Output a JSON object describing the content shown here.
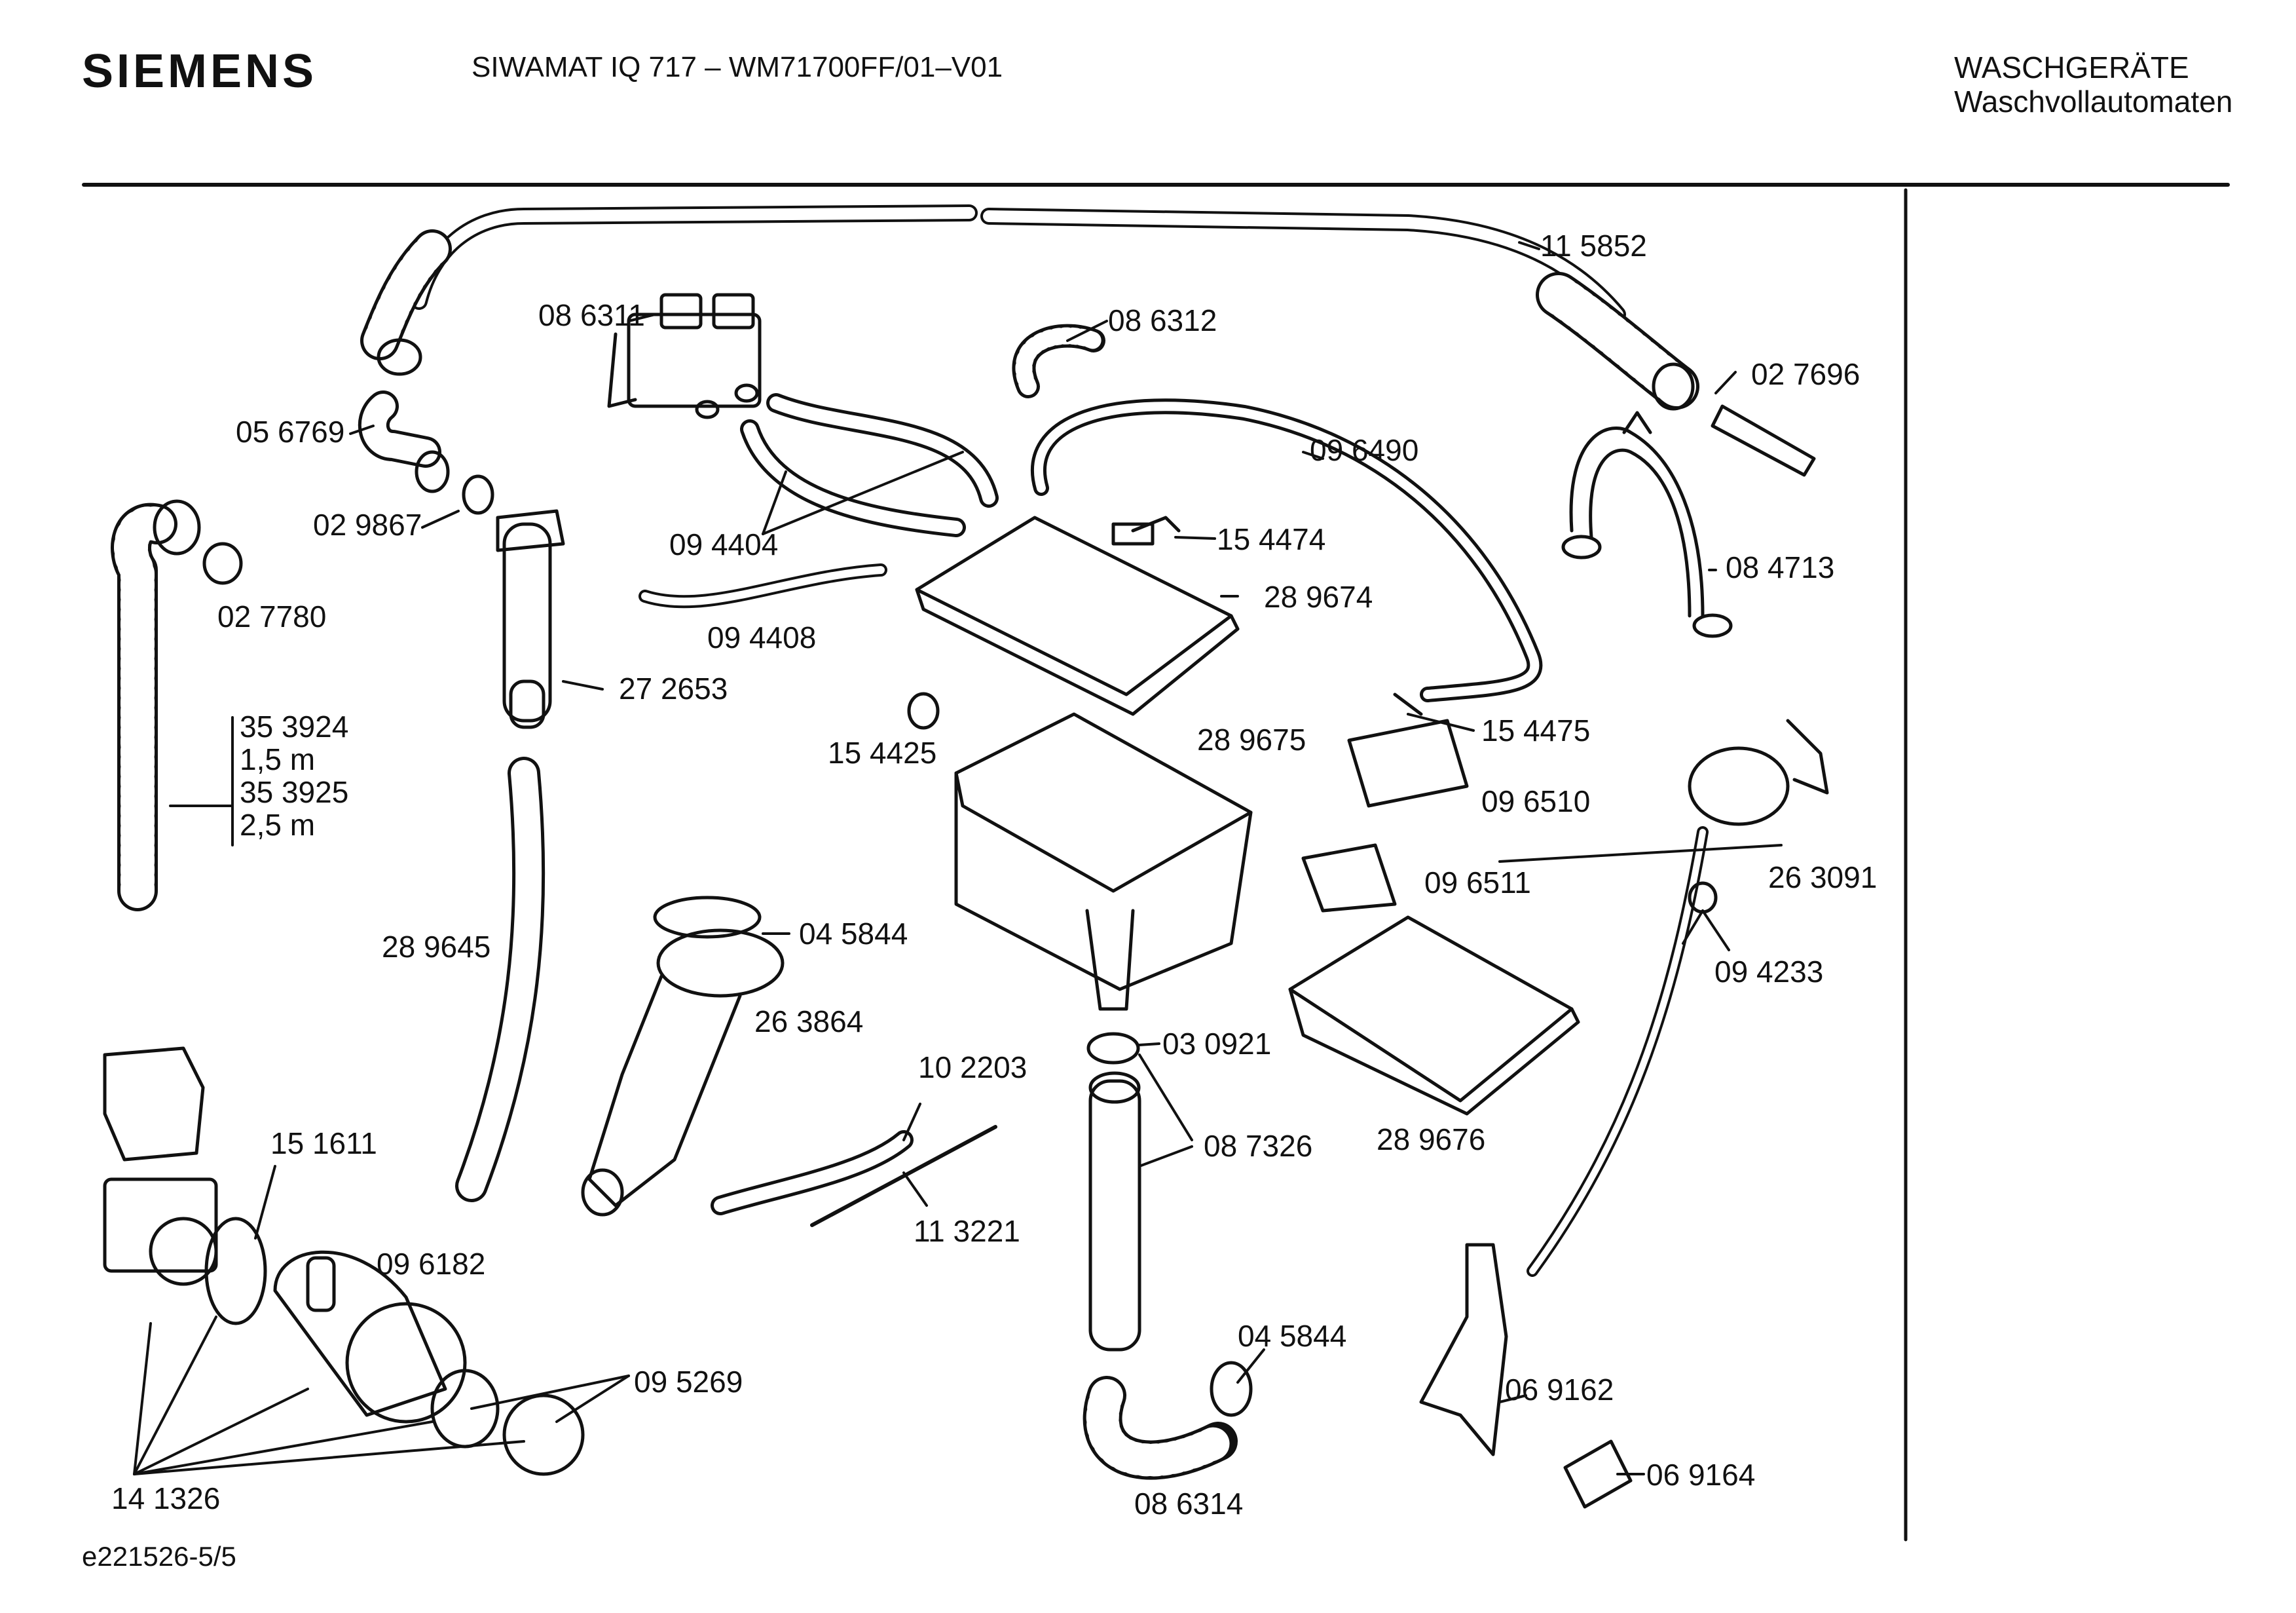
{
  "header": {
    "brand": "SIEMENS",
    "model": "SIWAMAT IQ 717 – WM71700FF/01–V01",
    "category": "WASCHGERÄTE",
    "subcategory": "Waschvollautomaten"
  },
  "footer": {
    "drawing_id": "e221526-5/5"
  },
  "parts": [
    {
      "id": "p115852",
      "label": "11 5852"
    },
    {
      "id": "p086311",
      "label": "08 6311"
    },
    {
      "id": "p086312",
      "label": "08 6312"
    },
    {
      "id": "p027696",
      "label": "02 7696"
    },
    {
      "id": "p056769",
      "label": "05 6769"
    },
    {
      "id": "p096490",
      "label": "09 6490"
    },
    {
      "id": "p029867",
      "label": "02 9867"
    },
    {
      "id": "p094404",
      "label": "09 4404"
    },
    {
      "id": "p154474",
      "label": "15 4474"
    },
    {
      "id": "p084713",
      "label": "08 4713"
    },
    {
      "id": "p027780",
      "label": "02 7780"
    },
    {
      "id": "p289674",
      "label": "28 9674"
    },
    {
      "id": "p094408",
      "label": "09 4408"
    },
    {
      "id": "p272653",
      "label": "27 2653"
    },
    {
      "id": "p353924",
      "label": "35 3924"
    },
    {
      "id": "len15",
      "label": "1,5 m"
    },
    {
      "id": "p353925",
      "label": "35 3925"
    },
    {
      "id": "len25",
      "label": "2,5 m"
    },
    {
      "id": "p154475",
      "label": "15 4475"
    },
    {
      "id": "p289675",
      "label": "28 9675"
    },
    {
      "id": "p154425",
      "label": "15 4425"
    },
    {
      "id": "p096510",
      "label": "09 6510"
    },
    {
      "id": "p263091",
      "label": "26 3091"
    },
    {
      "id": "p096511",
      "label": "09 6511"
    },
    {
      "id": "p045844a",
      "label": "04 5844"
    },
    {
      "id": "p289645",
      "label": "28 9645"
    },
    {
      "id": "p094233",
      "label": "09 4233"
    },
    {
      "id": "p263864",
      "label": "26 3864"
    },
    {
      "id": "p030921",
      "label": "03 0921"
    },
    {
      "id": "p102203",
      "label": "10 2203"
    },
    {
      "id": "p087326",
      "label": "08 7326"
    },
    {
      "id": "p289676",
      "label": "28 9676"
    },
    {
      "id": "p151611",
      "label": "15 1611"
    },
    {
      "id": "p113221",
      "label": "11 3221"
    },
    {
      "id": "p096182",
      "label": "09 6182"
    },
    {
      "id": "p045844b",
      "label": "04 5844"
    },
    {
      "id": "p095269",
      "label": "09 5269"
    },
    {
      "id": "p069162",
      "label": "06 9162"
    },
    {
      "id": "p069164",
      "label": "06 9164"
    },
    {
      "id": "p141326",
      "label": "14 1326"
    },
    {
      "id": "p086314",
      "label": "08 6314"
    }
  ]
}
